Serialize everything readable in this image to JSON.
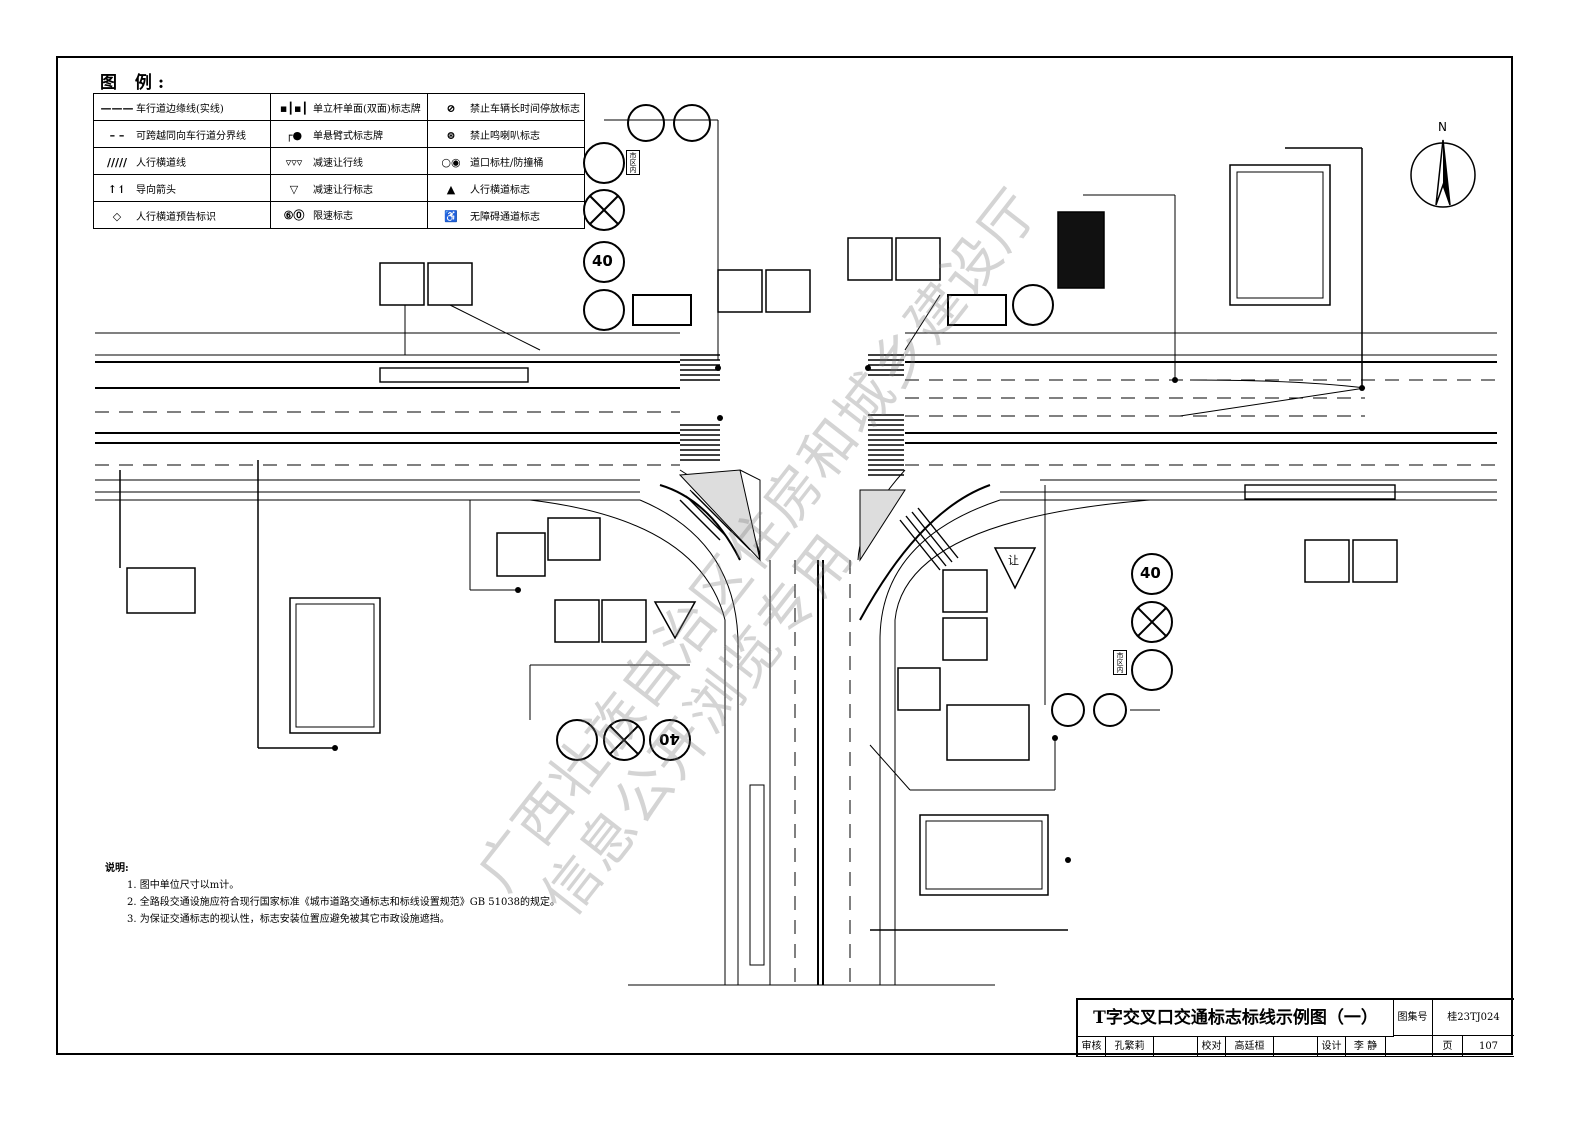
{
  "legend": {
    "title": "图 例:",
    "rows": [
      {
        "s1": "———",
        "t1": "车行道边缘线(实线)",
        "s2": "▪┃▪┃",
        "t2": "单立杆单面(双面)标志牌",
        "s3": "⊘",
        "t3": "禁止车辆长时间停放标志"
      },
      {
        "s1": "– –",
        "t1": "可跨越同向车行道分界线",
        "s2": "┌●",
        "t2": "单悬臂式标志牌",
        "s3": "⊛",
        "t3": "禁止鸣喇叭标志"
      },
      {
        "s1": "/////",
        "t1": "人行横道线",
        "s2": "▿▿▿",
        "t2": "减速让行线",
        "s3": "○◉",
        "t3": "道口标柱/防撞桶"
      },
      {
        "s1": "↑↿",
        "t1": "导向箭头",
        "s2": "▽",
        "t2": "减速让行标志",
        "s3": "▲",
        "t3": "人行横道标志"
      },
      {
        "s1": "◇",
        "t1": "人行横道预告标识",
        "s2": "⑥⓪",
        "t2": "限速标志",
        "s3": "♿",
        "t3": "无障碍通道标志"
      }
    ]
  },
  "signs": {
    "speed_limit": "40",
    "city_area": "市区内",
    "yield": "让",
    "compass": "N"
  },
  "notes": {
    "title": "说明:",
    "items": [
      "1. 图中单位尺寸以m计。",
      "2. 全路段交通设施应符合现行国家标准《城市道路交通标志和标线设置规范》GB 51038的规定。",
      "3. 为保证交通标志的视认性，标志安装位置应避免被其它市政设施遮挡。"
    ]
  },
  "watermark": {
    "line1": "广西壮族自治区住房和城乡建设厅",
    "line2": "信息公开浏览专用"
  },
  "title_block": {
    "title": "T字交叉口交通标志标线示例图（一）",
    "atlas_label": "图集号",
    "atlas_no": "桂23TJ024",
    "review_label": "审核",
    "reviewer": "孔繁莉",
    "check_label": "校对",
    "checker": "高廷桓",
    "design_label": "设计",
    "designer": "李 静",
    "page_label": "页",
    "page_no": "107"
  }
}
